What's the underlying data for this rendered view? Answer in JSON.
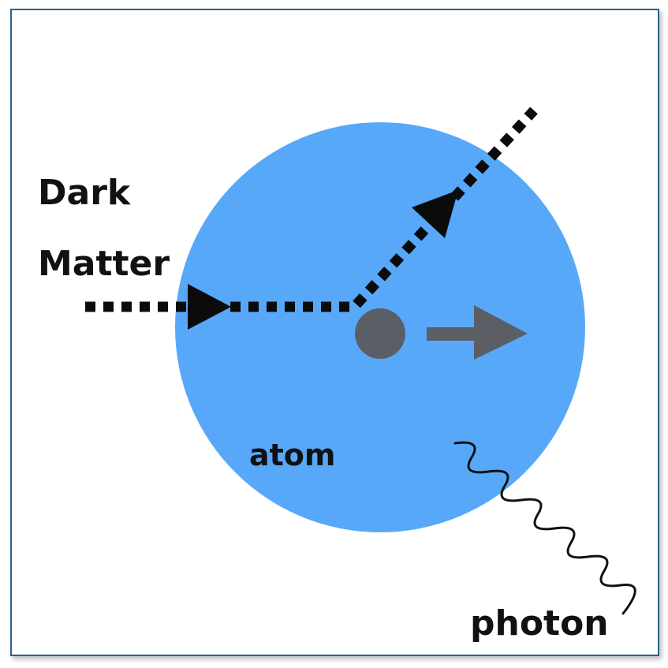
{
  "labels": {
    "dark": "Dark",
    "matter": "Matter",
    "atom": "atom",
    "photon": "photon"
  },
  "colors": {
    "atom": "#58a8f9",
    "nucleus": "#5b5e65",
    "recoil_arrow": "#5b5e65",
    "dark_matter_path": "#0b0b0b",
    "photon": "#111111",
    "frame_border": "#2b5f8f",
    "text": "#111111"
  },
  "icons": {
    "incoming": "arrowhead-right-icon",
    "outgoing": "arrowhead-up-right-icon",
    "recoil": "arrow-right-icon",
    "photon": "wavy-line-icon"
  }
}
